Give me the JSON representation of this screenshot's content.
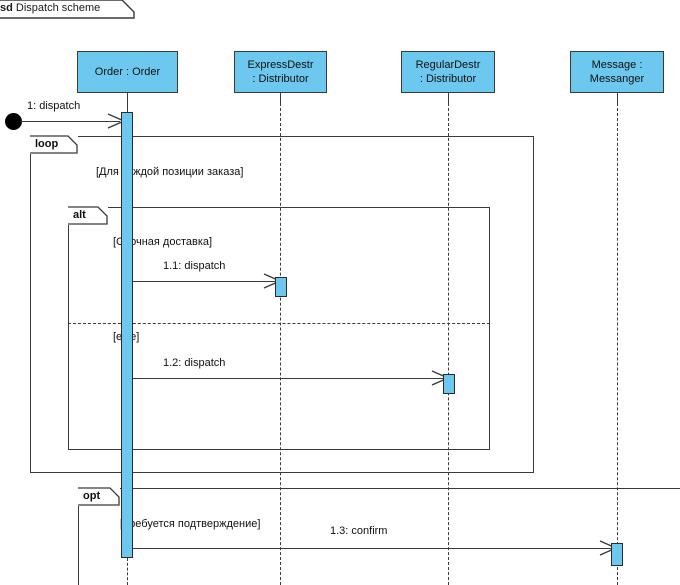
{
  "diagram": {
    "kind_keyword": "sd",
    "title": "Dispatch scheme",
    "colors": {
      "lifeline_fill": "#6CC8EE",
      "stroke": "#3a3a3a",
      "text": "#101010",
      "start_dot": "#000000",
      "background": "#ffffff"
    }
  },
  "lifelines": [
    {
      "name": "order",
      "line1": "Order : Order",
      "line2": ""
    },
    {
      "name": "express",
      "line1": "ExpressDestr",
      "line2": ": Distributor"
    },
    {
      "name": "regular",
      "line1": "RegularDestr",
      "line2": ": Distributor"
    },
    {
      "name": "messenger",
      "line1": "Message :",
      "line2": "Messanger"
    }
  ],
  "fragments": [
    {
      "name": "loop",
      "operator": "loop",
      "guard": "[Для каждой позиции заказа]"
    },
    {
      "name": "alt",
      "operator": "alt",
      "guard": "[Срочная доставка]",
      "else_guard": "[else]"
    },
    {
      "name": "opt",
      "operator": "opt",
      "guard": "[Требуется подтверждение]"
    }
  ],
  "messages": [
    {
      "name": "dispatch-initial",
      "label": "1: dispatch",
      "from": "start",
      "to": "order"
    },
    {
      "name": "dispatch-express",
      "label": "1.1: dispatch",
      "from": "order",
      "to": "express"
    },
    {
      "name": "dispatch-regular",
      "label": "1.2: dispatch",
      "from": "order",
      "to": "regular"
    },
    {
      "name": "confirm-messenger",
      "label": "1.3: confirm",
      "from": "order",
      "to": "messenger"
    }
  ]
}
